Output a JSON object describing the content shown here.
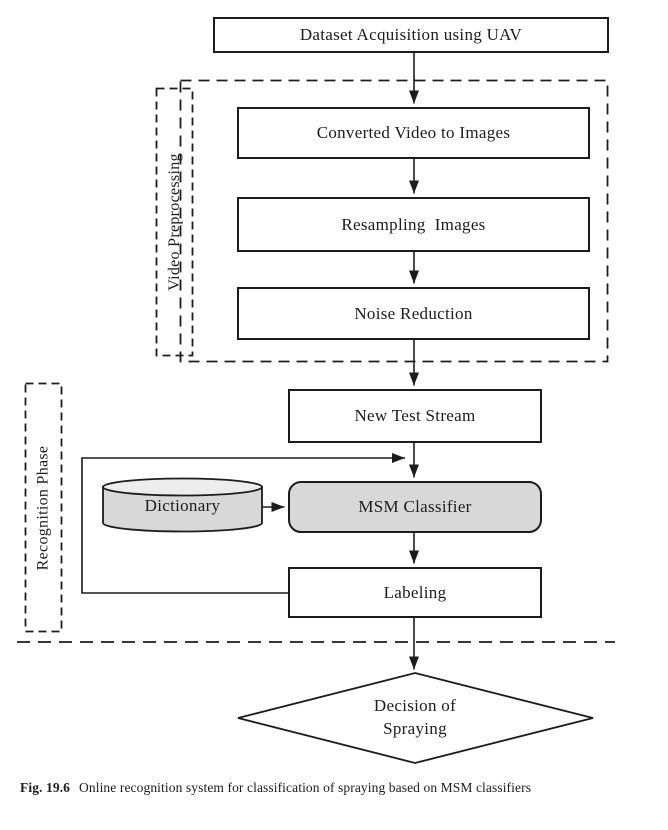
{
  "figure": {
    "caption_label": "Fig. 19.6",
    "caption_text": "Online recognition system for classification of spraying based on MSM classifiers"
  },
  "groups": {
    "video_preprocessing": "Video Preprocessing",
    "recognition_phase": "Recognition Phase"
  },
  "nodes": {
    "dataset_acquisition": "Dataset Acquisition using UAV",
    "converted_video": "Converted Video to Images",
    "resampling": "Resampling  Images",
    "noise_reduction": "Noise Reduction",
    "new_test_stream": "New Test Stream",
    "dictionary": "Dictionary",
    "msm_classifier": "MSM Classifier",
    "labeling": "Labeling",
    "decision": "Decision of\nSpraying"
  },
  "colors": {
    "line": "#1c1c1c",
    "shaded_fill": "#d8d8d8",
    "cylinder_top_fill": "#ededed",
    "background": "#ffffff"
  }
}
